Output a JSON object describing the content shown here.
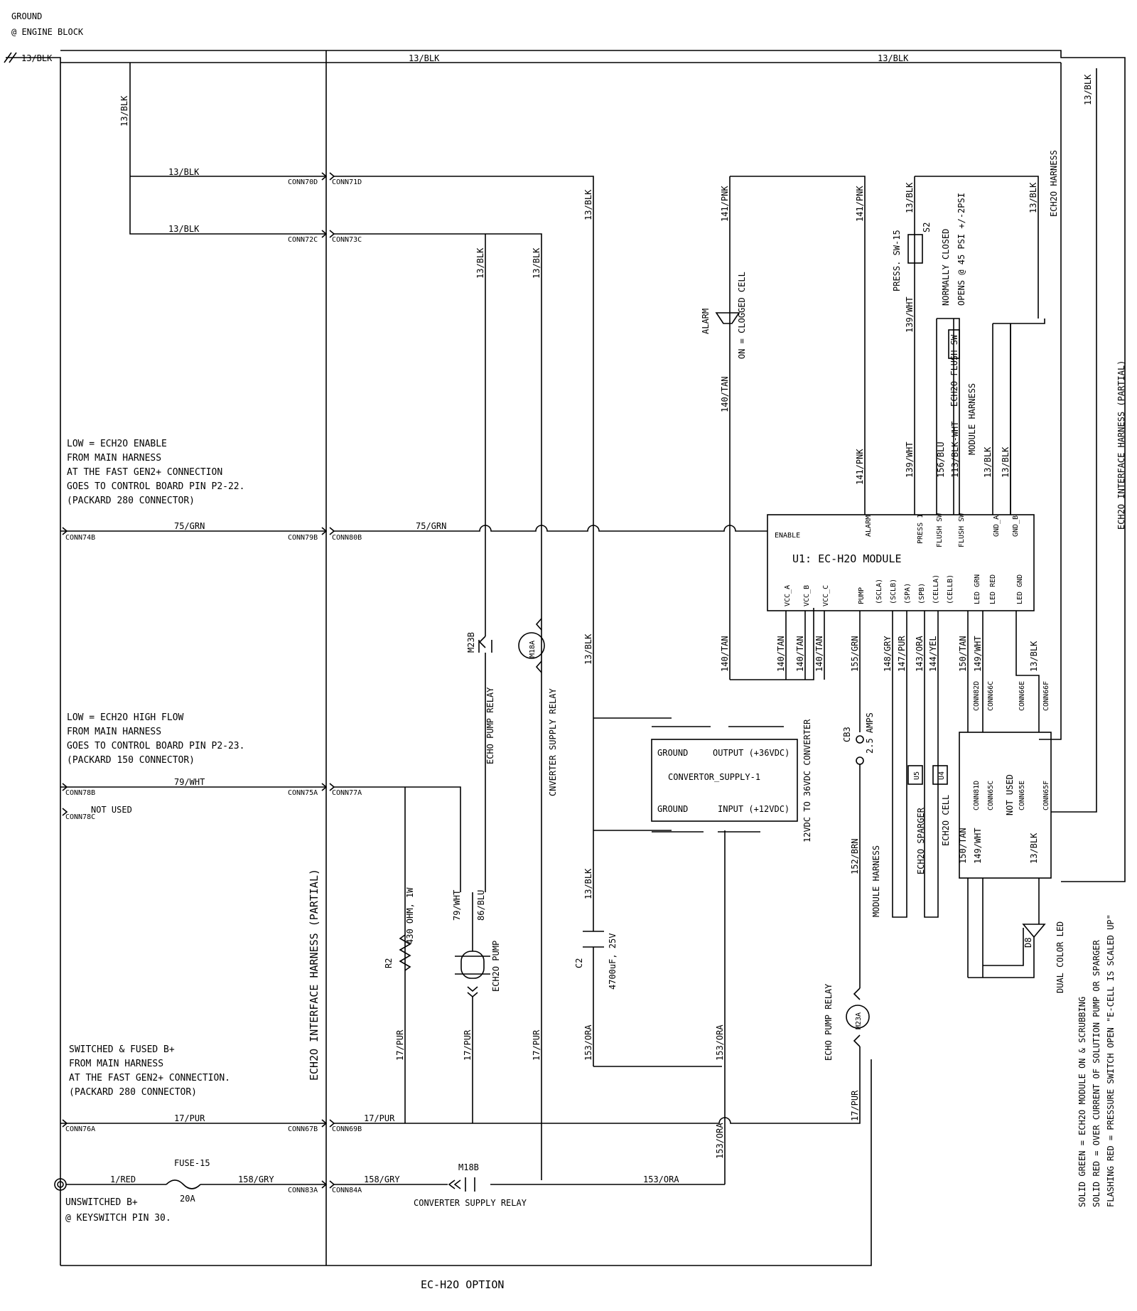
{
  "ground": {
    "line1": "GROUND",
    "line2": "@ ENGINE BLOCK"
  },
  "wire_13blk": "13/BLK",
  "wire_75grn": "75/GRN",
  "wire_79wht": "79/WHT",
  "wire_17pur": "17/PUR",
  "wire_1red": "1/RED",
  "wire_158gry": "158/GRY",
  "wire_153ora": "153/ORA",
  "wire_141pnk": "141/PNK",
  "wire_140tan": "140/TAN",
  "wire_139wht": "139/WHT",
  "wire_156blu": "156/BLU",
  "wire_113blkwht": "113/BLK-WHT",
  "wire_155grn": "155/GRN",
  "wire_148gry": "148/GRY",
  "wire_147pur": "147/PUR",
  "wire_143ora": "143/ORA",
  "wire_144yel": "144/YEL",
  "wire_150tan": "150/TAN",
  "wire_149wht": "149/WHT",
  "wire_152brn": "152/BRN",
  "wire_86blu": "86/BLU",
  "connectors": {
    "c70d": "CONN70D",
    "c71d": "CONN71D",
    "c72c": "CONN72C",
    "c73c": "CONN73C",
    "c74b": "CONN74B",
    "c79b": "CONN79B",
    "c80b": "CONN80B",
    "c78b": "CONN78B",
    "c78c": "CONN78C",
    "c75a": "CONN75A",
    "c77a": "CONN77A",
    "c76a": "CONN76A",
    "c67b": "CONN67B",
    "c69b": "CONN69B",
    "c83a": "CONN83A",
    "c84a": "CONN84A",
    "c82d": "CONN82D",
    "c66c": "CONN66C",
    "c66e": "CONN66E",
    "c66f": "CONN66F",
    "c81d": "CONN81D",
    "c65c": "CONN65C",
    "c65e": "CONN65E",
    "c65f": "CONN65F"
  },
  "notes": {
    "enable": [
      "LOW = ECH2O ENABLE",
      "FROM MAIN HARNESS",
      "AT THE FAST GEN2+ CONNECTION",
      "GOES TO CONTROL BOARD PIN P2-22.",
      "(PACKARD 280 CONNECTOR)"
    ],
    "highflow": [
      "LOW = ECH2O HIGH FLOW",
      "FROM MAIN HARNESS",
      "GOES TO CONTROL BOARD PIN P2-23.",
      "(PACKARD 150 CONNECTOR)"
    ],
    "not_used": "NOT USED",
    "switched": [
      "SWITCHED & FUSED B+",
      "FROM MAIN HARNESS",
      "AT THE FAST GEN2+ CONNECTION.",
      "(PACKARD 280 CONNECTOR)"
    ],
    "unswitched": [
      "UNSWITCHED B+",
      "@ KEYSWITCH PIN 30."
    ]
  },
  "harness": {
    "interface_partial": "ECH2O INTERFACE HARNESS (PARTIAL)",
    "ech2o": "ECH2O HARNESS",
    "module": "MODULE HARNESS"
  },
  "module": {
    "title": "U1:  EC-H2O MODULE",
    "enable": "ENABLE",
    "alarm": "ALARM",
    "press": "PRESS 1",
    "flush_a": "FLUSH SW",
    "flush_b": "FLUSH SW",
    "gnd_a": "GND_A",
    "gnd_b": "GND_B",
    "vcc_a": "VCC_A",
    "vcc_b": "VCC_B",
    "vcc_c": "VCC_C",
    "pump": "PUMP",
    "scla": "(SCLA)",
    "sclb": "(SCLB)",
    "spa": "(SPA)",
    "spb": "(SPB)",
    "cell_a": "(CELLA)",
    "cell_b": "(CELLB)",
    "led_grn": "LED GRN",
    "led_red": "LED RED",
    "led_gnd": "LED GND"
  },
  "converter": {
    "ground": "GROUND",
    "output": "OUTPUT (+36VDC)",
    "name": "CONVERTOR_SUPPLY-1",
    "input": "INPUT (+12VDC)",
    "label": "12VDC TO 36VDC CONVERTER"
  },
  "components": {
    "m23b": "M23B",
    "echo_pump_relay": "ECHO PUMP RELAY",
    "m18a": "M18A",
    "cnverter_supply_relay": "CNVERTER SUPPLY RELAY",
    "r2": "R2",
    "r2_value": "430 OHM, 1W",
    "pump": "ECH2O PUMP",
    "c2": "C2",
    "c2_value": "4700uF, 25V",
    "m23a": "M23A",
    "cb3": "CB3",
    "cb3_value": "2.5 AMPS",
    "fuse": "FUSE-15",
    "fuse_value": "20A",
    "m18b": "M18B",
    "converter_supply_relay": "CONVERTER SUPPLY RELAY",
    "s2": "S2",
    "press_sw": "PRESS. SW-15",
    "nc": "NORMALLY  CLOSED",
    "opens": "OPENS @ 45 PSI +/-2PSI",
    "alarm": "ALARM",
    "clogged": "ON = CLOGGED CELL",
    "flush": "ECH2O FLUSH SW",
    "u5": "U5",
    "u4": "U4",
    "sparger": "ECH2O SPARGER",
    "cell": "ECH2O CELL",
    "not_used_2": "NOT USED",
    "d8": "D8",
    "led": "DUAL COLOR LED"
  },
  "legend": [
    "SOLID GREEN = ECH2O MODULE ON & SCRUBBING",
    "SOLID RED = OVER CURRENT OF SOLUTION PUMP OR SPARGER",
    "FLASHING RED = PRESSURE SWITCH  OPEN  \"E-CELL IS SCALED UP\""
  ],
  "caption": "EC-H2O OPTION"
}
